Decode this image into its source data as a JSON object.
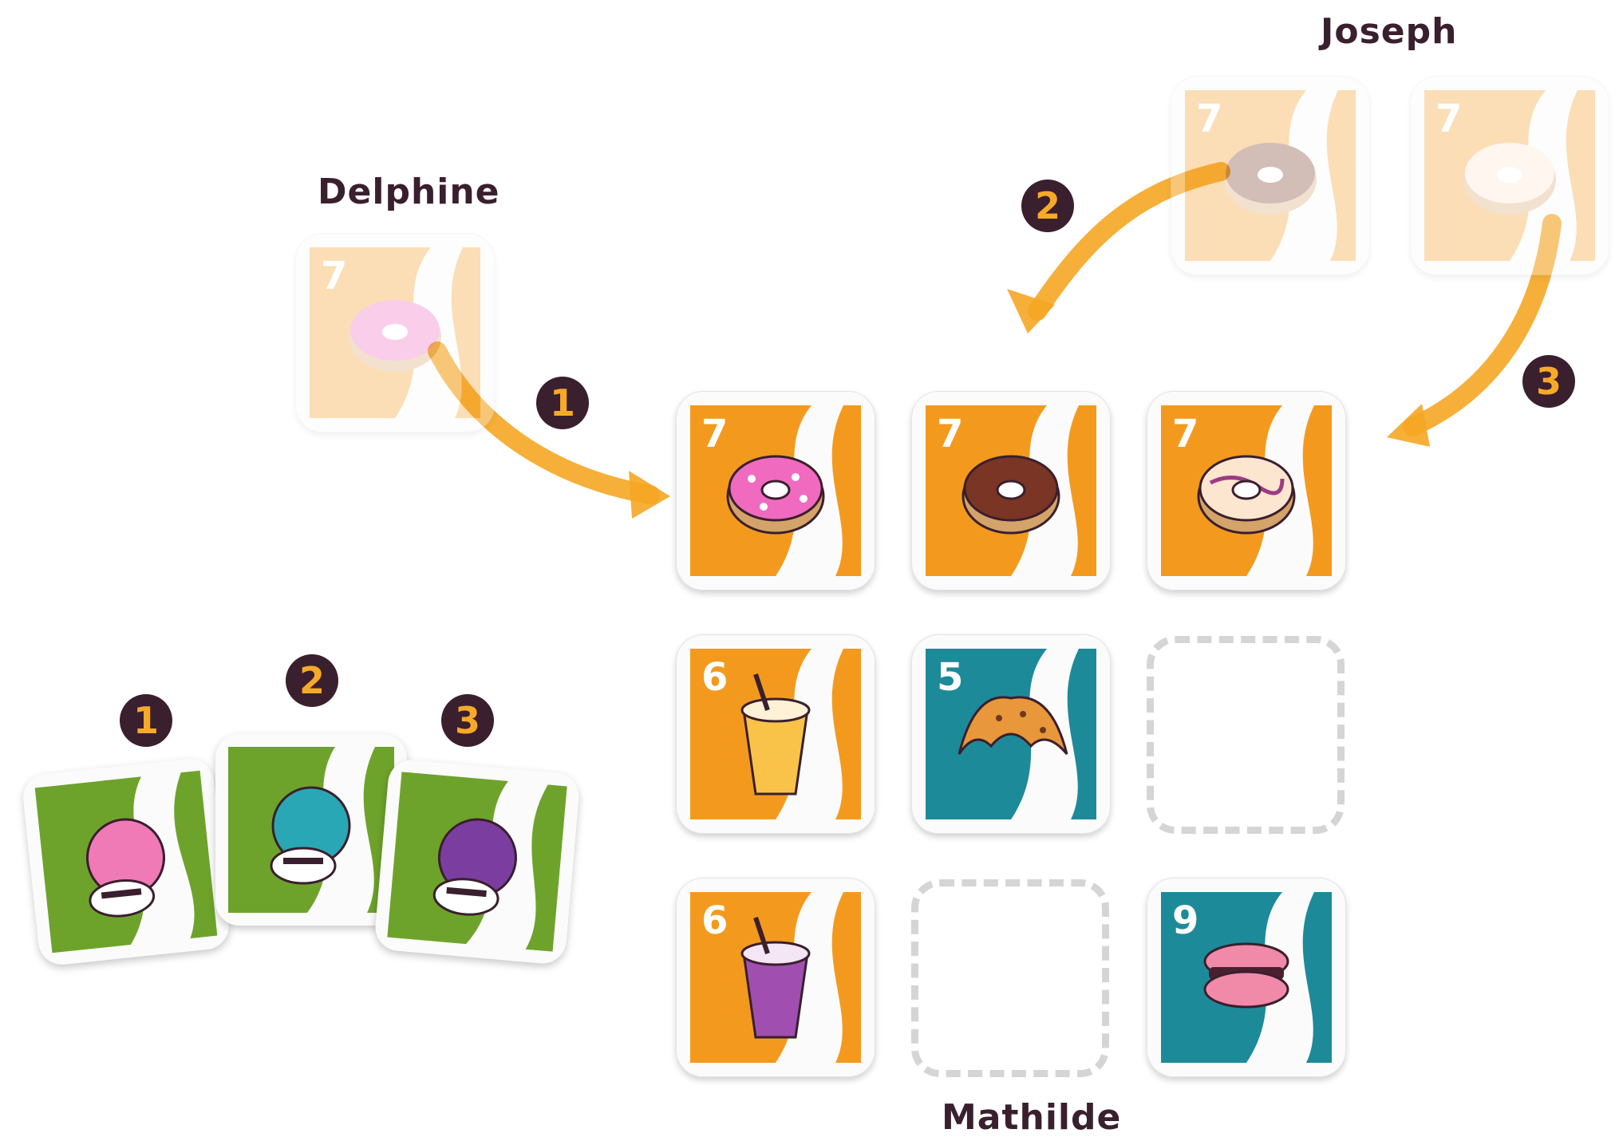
{
  "players": {
    "top_left": "Delphine",
    "top_right": "Joseph",
    "bottom": "Mathilde"
  },
  "steps": [
    "1",
    "2",
    "3"
  ],
  "colors": {
    "orange_card": "#f39a1e",
    "teal_card": "#1d8a9a",
    "green_card": "#6ea32b",
    "step_badge_bg": "#3a1f2e",
    "step_badge_fg": "#f7a928",
    "arrow": "#f5a623"
  },
  "grid": {
    "row1": [
      {
        "value": "7",
        "type": "orange",
        "icon": "donut-pink-icon"
      },
      {
        "value": "7",
        "type": "orange",
        "icon": "donut-chocolate-icon"
      },
      {
        "value": "7",
        "type": "orange",
        "icon": "donut-vanilla-icon"
      }
    ],
    "row2": [
      {
        "value": "6",
        "type": "orange",
        "icon": "milkshake-yellow-icon"
      },
      {
        "value": "5",
        "type": "teal",
        "icon": "croissant-icon"
      },
      {
        "value": "",
        "type": "empty",
        "icon": ""
      }
    ],
    "row3": [
      {
        "value": "6",
        "type": "orange",
        "icon": "milkshake-purple-icon"
      },
      {
        "value": "",
        "type": "empty",
        "icon": ""
      },
      {
        "value": "9",
        "type": "teal",
        "icon": "macaron-icon"
      }
    ]
  },
  "hand_cards": {
    "delphine": {
      "value": "7",
      "icon": "donut-pink-icon"
    },
    "joseph": [
      {
        "value": "7",
        "icon": "donut-chocolate-icon"
      },
      {
        "value": "7",
        "icon": "donut-vanilla-icon"
      }
    ]
  },
  "raccoon_cards": [
    {
      "step": "1",
      "icon": "raccoon-pink-icon"
    },
    {
      "step": "2",
      "icon": "raccoon-teal-icon"
    },
    {
      "step": "3",
      "icon": "raccoon-purple-icon"
    }
  ]
}
